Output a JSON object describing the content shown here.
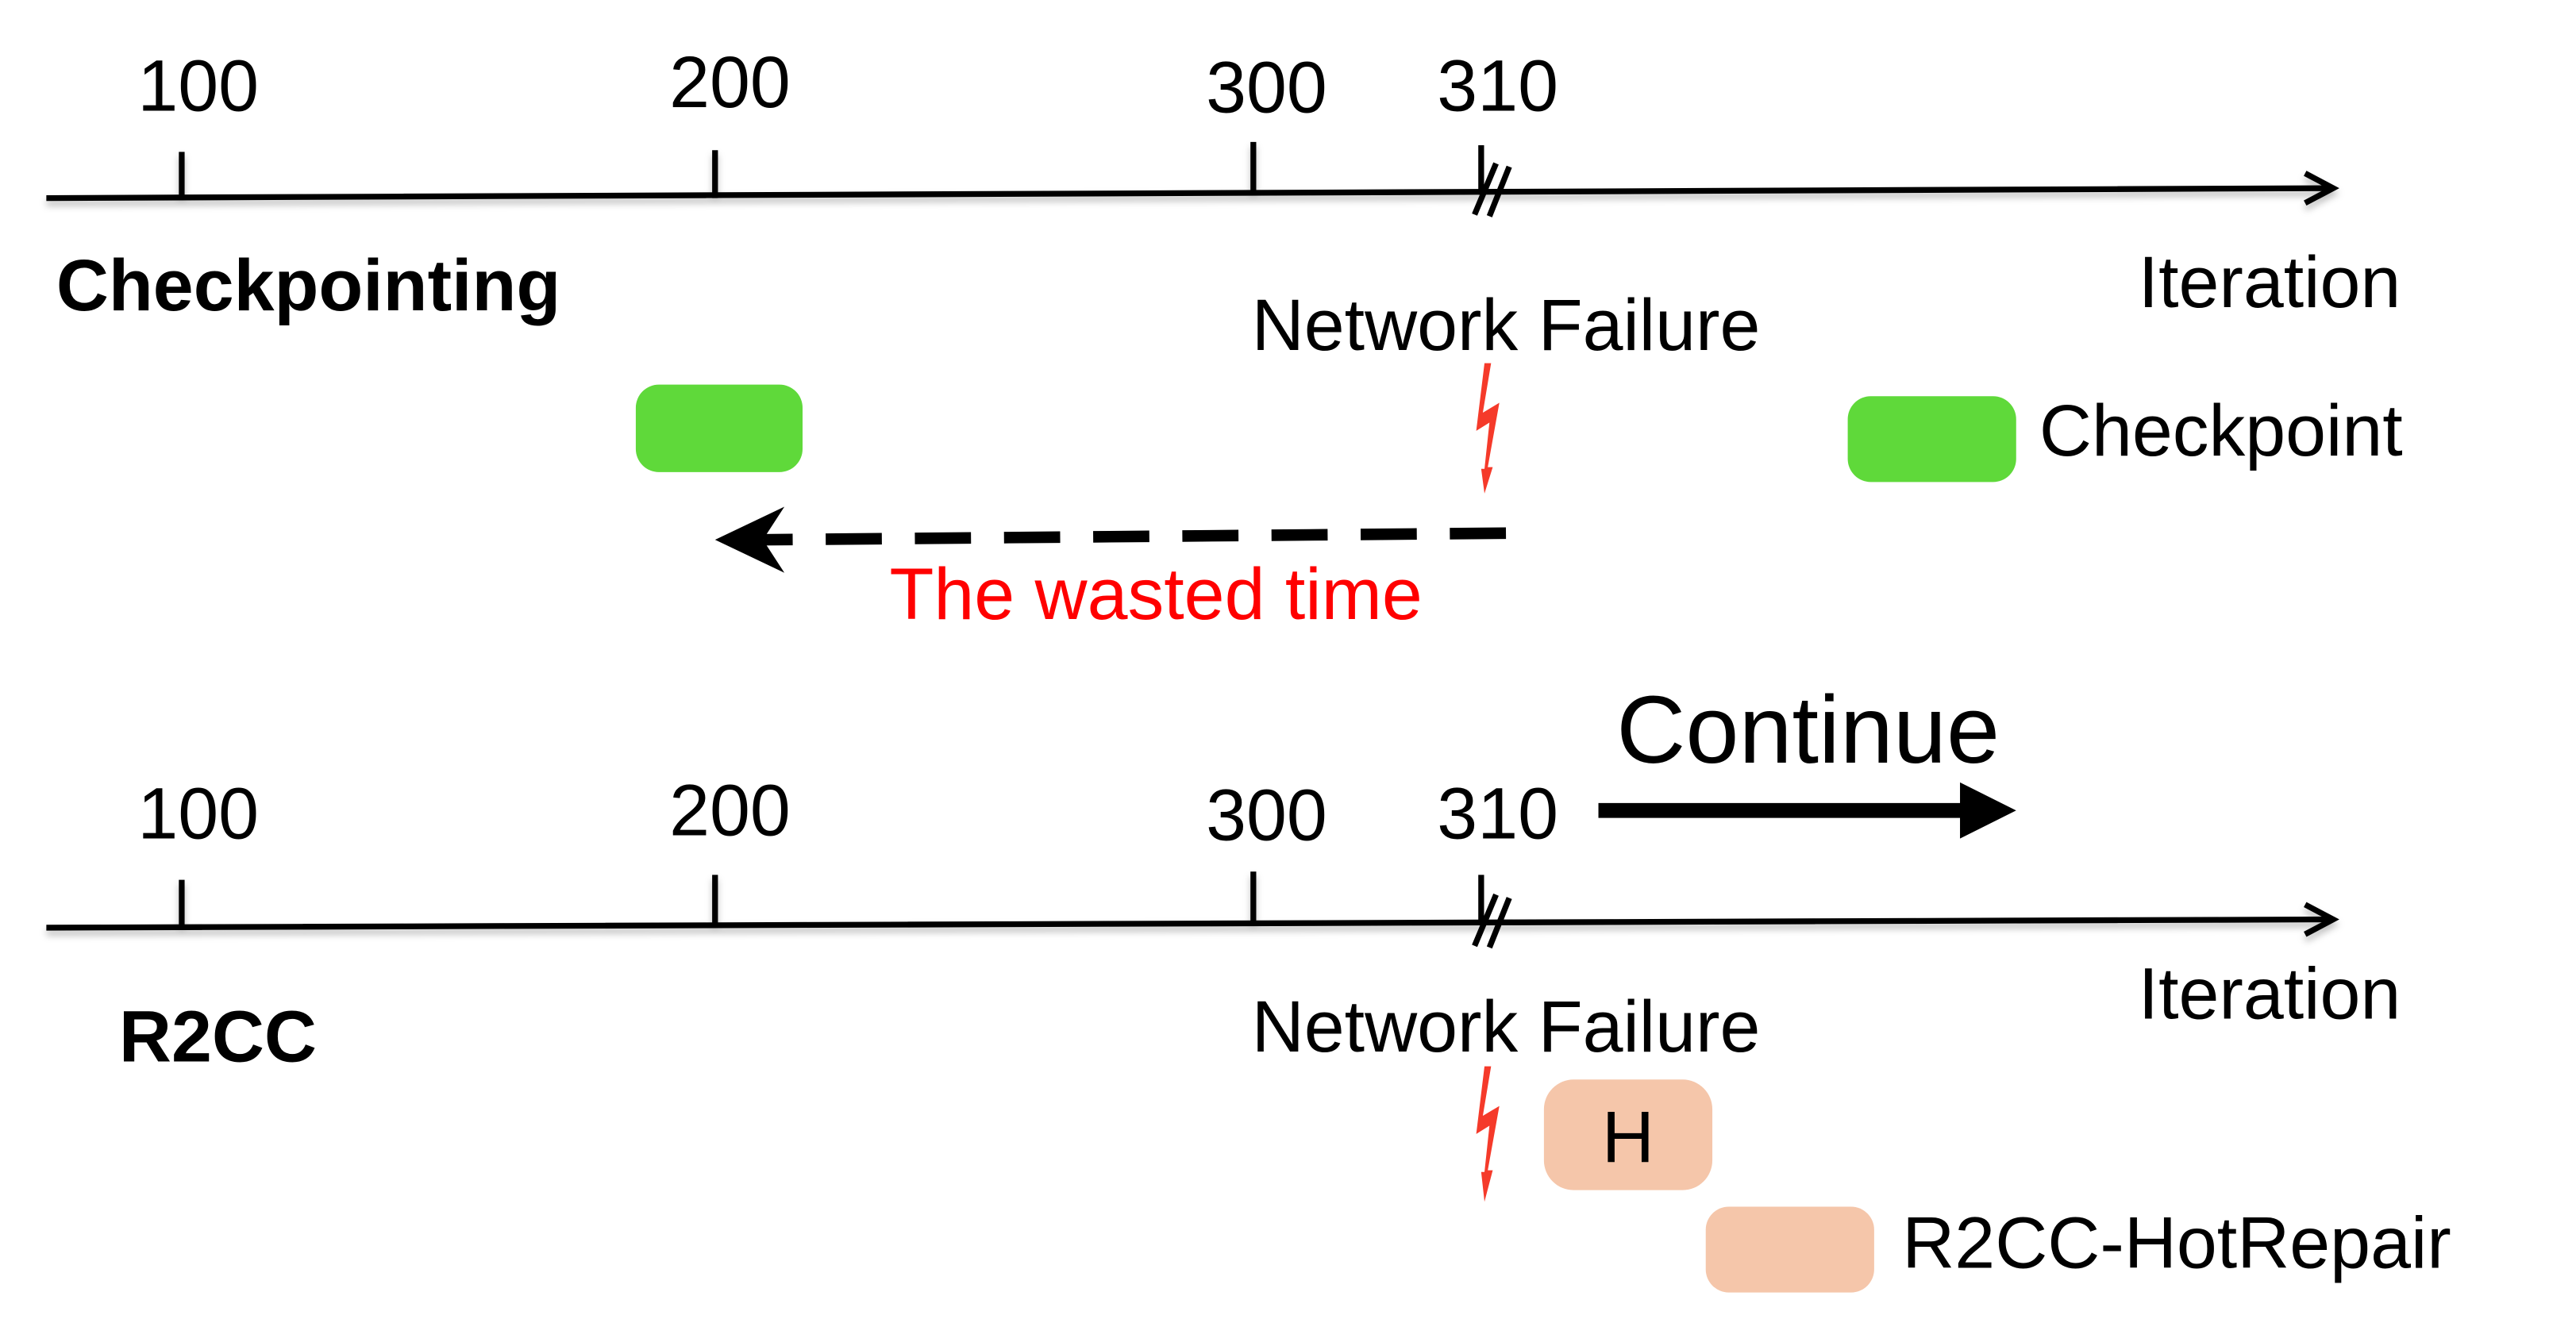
{
  "colors": {
    "checkpoint": "#5fd93a",
    "hotrepair": "#f5c6aa",
    "failure": "#f53a2a",
    "wasted_text": "#ff0000"
  },
  "top_timeline": {
    "ticks": [
      "100",
      "200",
      "300",
      "310"
    ],
    "method_label": "Checkpointing",
    "axis_label": "Iteration",
    "failure_label": "Network Failure",
    "wasted_label": "The wasted time"
  },
  "bottom_timeline": {
    "ticks": [
      "100",
      "200",
      "300",
      "310"
    ],
    "method_label": "R2CC",
    "axis_label": "Iteration",
    "failure_label": "Network Failure",
    "continue_label": "Continue",
    "hotrepair_box_label": "H"
  },
  "legend": {
    "checkpoint": "Checkpoint",
    "hotrepair": "R2CC-HotRepair"
  }
}
